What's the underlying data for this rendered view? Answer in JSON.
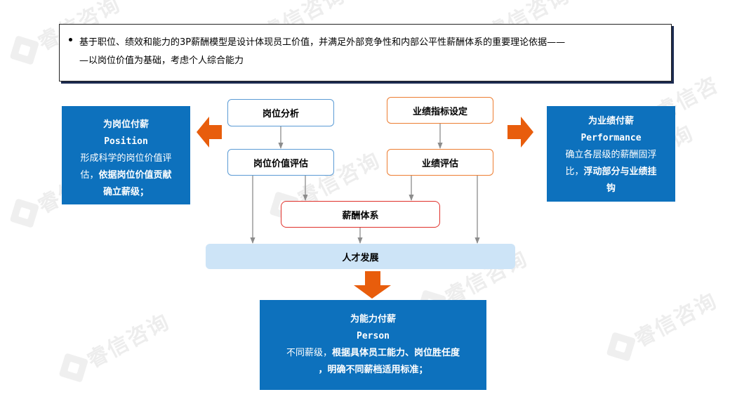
{
  "watermark": "睿信咨询",
  "statement": {
    "line1": "基于职位、绩效和能力的3P薪酬模型是设计体现员工价值，并满足外部竞争性和内部公平性薪酬体系的重要理论依据——",
    "line2": "—以岗位价值为基础，考虑个人综合能力"
  },
  "flow": {
    "job_analysis": "岗位分析",
    "job_evaluation": "岗位价值评估",
    "kpi_setting": "业绩指标设定",
    "performance_evaluation": "业绩评估",
    "pay_system": "薪酬体系",
    "talent_development": "人才发展"
  },
  "panels": {
    "position": {
      "title": "为岗位付薪",
      "en": "Position",
      "line1": "形成科学的岗位价值评",
      "line2a": "估，",
      "line2b": "依据岗位价值贡献",
      "line3": "确立薪级；"
    },
    "performance": {
      "title": "为业绩付薪",
      "en": "Performance",
      "line1": "确立各层级的薪酬固浮",
      "line2a": "比，",
      "line2b": "浮动部分与业绩挂",
      "line3": "钩"
    },
    "person": {
      "title": "为能力付薪",
      "en": "Person",
      "line1a": "不同薪级，",
      "line1b": "根据具体员工能力、岗位胜任度",
      "line2": "，明确不同薪档适用标准；"
    }
  },
  "colors": {
    "panel_blue": "#0d71bd",
    "arrow_orange": "#e85d0c",
    "box_blue_border": "#5b9bd5",
    "box_orange_border": "#ed7d31",
    "box_red_border": "#e0302a",
    "talent_fill": "#cde4f7",
    "connector_gray": "#8c8c8c"
  }
}
